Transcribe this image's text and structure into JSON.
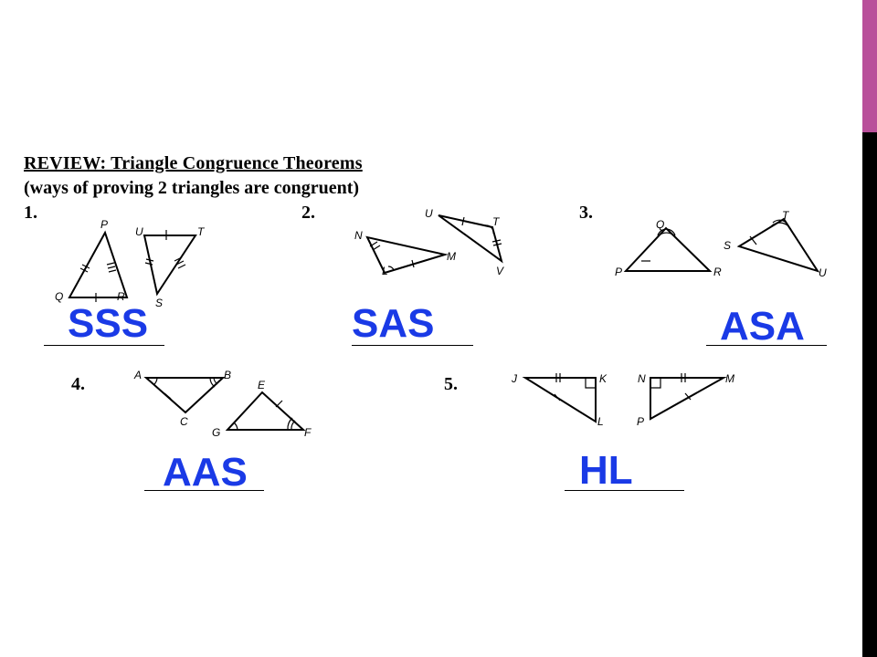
{
  "slide": {
    "accent_color": "#b94f9a",
    "answer_color": "#1a3ae6"
  },
  "heading": "REVIEW:  Triangle Congruence Theorems",
  "subheading": "(ways of proving 2 triangles are congruent)",
  "problems": [
    {
      "number": "1.",
      "answer": "SSS",
      "labels": [
        "P",
        "Q",
        "R",
        "U",
        "T",
        "S"
      ]
    },
    {
      "number": "2.",
      "answer": "SAS",
      "labels": [
        "N",
        "L",
        "M",
        "U",
        "T",
        "V"
      ]
    },
    {
      "number": "3.",
      "answer": "ASA",
      "labels": [
        "Q",
        "P",
        "R",
        "T",
        "S",
        "U"
      ]
    },
    {
      "number": "4.",
      "answer": "AAS",
      "labels": [
        "A",
        "B",
        "C",
        "E",
        "G",
        "F"
      ]
    },
    {
      "number": "5.",
      "answer": "HL",
      "labels": [
        "J",
        "K",
        "L",
        "N",
        "M",
        "P"
      ]
    }
  ]
}
